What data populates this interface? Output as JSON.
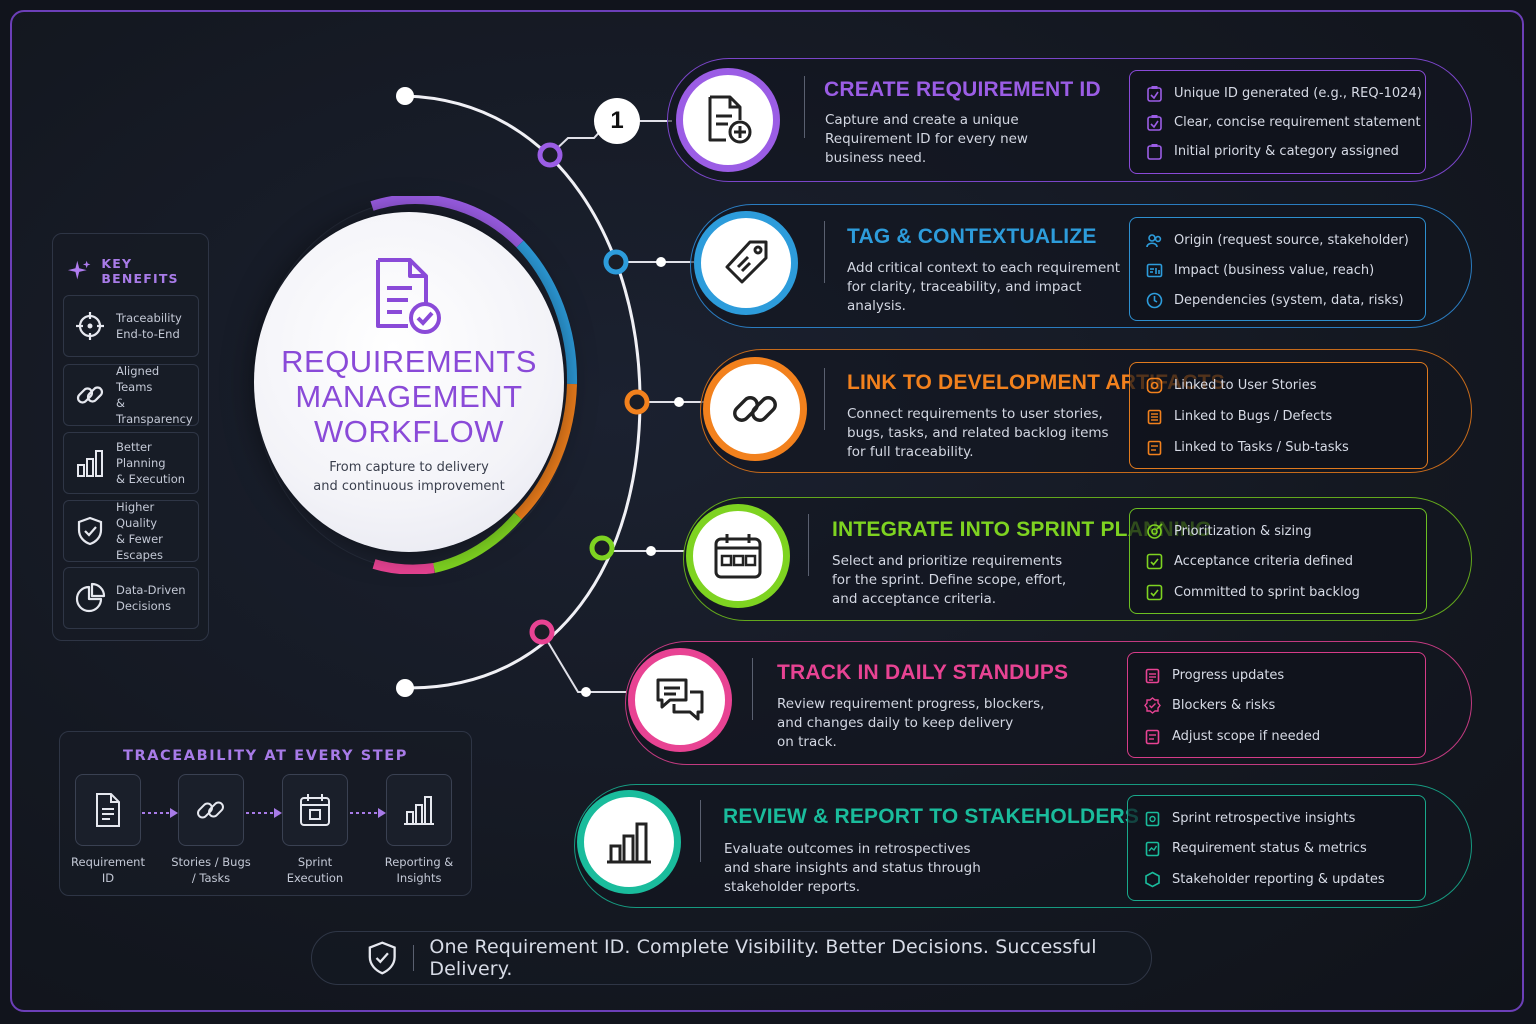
{
  "hub": {
    "title_lines": [
      "REQUIREMENTS",
      "MANAGEMENT",
      "WORKFLOW"
    ],
    "subtitle_lines": [
      "From capture to delivery",
      "and continuous improvement"
    ],
    "icon": "document-check-icon"
  },
  "benefits": {
    "heading": "KEY BENEFITS",
    "items": [
      {
        "icon": "crosshair-icon",
        "lines": [
          "Traceability",
          "End-to-End"
        ]
      },
      {
        "icon": "link-icon",
        "lines": [
          "Aligned Teams",
          "& Transparency"
        ]
      },
      {
        "icon": "bar-chart-icon",
        "lines": [
          "Better Planning",
          "& Execution"
        ]
      },
      {
        "icon": "shield-check-icon",
        "lines": [
          "Higher Quality",
          "& Fewer Escapes"
        ]
      },
      {
        "icon": "pie-chart-icon",
        "lines": [
          "Data-Driven",
          "Decisions"
        ]
      }
    ]
  },
  "step_number": "1",
  "steps": [
    {
      "title": "CREATE REQUIREMENT ID",
      "color": "#9b5de5",
      "icon": "document-plus-icon",
      "desc": [
        "Capture and create a unique",
        "Requirement ID for every new",
        "business need."
      ],
      "items": [
        "Unique ID generated (e.g., REQ-1024)",
        "Clear, concise requirement statement",
        "Initial priority & category assigned"
      ]
    },
    {
      "title": "TAG & CONTEXTUALIZE",
      "color": "#2d9cdb",
      "icon": "tag-icon",
      "desc": [
        "Add critical context to each requirement",
        "for clarity, traceability, and impact",
        "analysis."
      ],
      "items": [
        "Origin (request source, stakeholder)",
        "Impact (business value, reach)",
        "Dependencies (system, data, risks)"
      ]
    },
    {
      "title": "LINK TO DEVELOPMENT ARTIFACTS",
      "color": "#f2811d",
      "icon": "link-icon",
      "desc": [
        "Connect requirements to user stories,",
        "bugs, tasks, and related backlog items",
        "for full traceability."
      ],
      "items": [
        "Linked to User Stories",
        "Linked to Bugs / Defects",
        "Linked to Tasks / Sub-tasks"
      ]
    },
    {
      "title": "INTEGRATE INTO SPRINT PLANNING",
      "color": "#7ed321",
      "icon": "calendar-icon",
      "desc": [
        "Select and prioritize requirements",
        "for the sprint. Define scope, effort,",
        "and acceptance criteria."
      ],
      "items": [
        "Prioritization & sizing",
        "Acceptance criteria defined",
        "Committed to sprint backlog"
      ]
    },
    {
      "title": "TRACK IN DAILY STANDUPS",
      "color": "#e84393",
      "icon": "chat-bubbles-icon",
      "desc": [
        "Review requirement progress, blockers,",
        "and changes daily to keep delivery",
        "on track."
      ],
      "items": [
        "Progress updates",
        "Blockers & risks",
        "Adjust scope if needed"
      ]
    },
    {
      "title": "REVIEW & REPORT TO STAKEHOLDERS",
      "color": "#1abc9c",
      "icon": "bar-chart-icon",
      "desc": [
        "Evaluate outcomes in retrospectives",
        "and share insights and status through",
        "stakeholder reports."
      ],
      "items": [
        "Sprint retrospective insights",
        "Requirement status & metrics",
        "Stakeholder reporting & updates"
      ]
    }
  ],
  "traceability": {
    "heading": "TRACEABILITY AT EVERY STEP",
    "nodes": [
      {
        "icon": "document-icon",
        "lines": [
          "Requirement",
          "ID"
        ]
      },
      {
        "icon": "link-icon",
        "lines": [
          "Stories / Bugs",
          "/ Tasks"
        ]
      },
      {
        "icon": "calendar-icon",
        "lines": [
          "Sprint",
          "Execution"
        ]
      },
      {
        "icon": "bar-chart-icon",
        "lines": [
          "Reporting &",
          "Insights"
        ]
      }
    ]
  },
  "footer": {
    "icon": "shield-check-icon",
    "text": "One Requirement ID. Complete Visibility. Better Decisions. Successful Delivery."
  },
  "colors": {
    "purple": "#9b5de5",
    "blue": "#2d9cdb",
    "orange": "#f2811d",
    "green": "#7ed321",
    "pink": "#e84393",
    "teal": "#1abc9c"
  }
}
